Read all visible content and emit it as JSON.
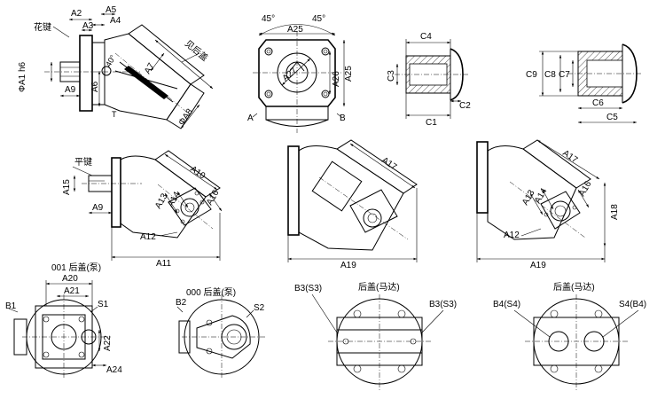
{
  "views": {
    "side_section": {
      "spline_key": "花键",
      "see_rear_cover": "见后盖",
      "a1": "ΦA1 h6",
      "a2": "A2",
      "a3": "A3",
      "a4": "A4",
      "a5": "A5",
      "a6": "A6",
      "a7": "A7",
      "a8": "ΦA8",
      "a9": "A9",
      "angle40": "40°",
      "t": "T"
    },
    "flange_front": {
      "angle_left": "45°",
      "angle_right": "45°",
      "a25_top": "A25",
      "a25_side": "A25",
      "a26": "A26",
      "a27": "A27",
      "port_a": "A",
      "port_b": "B"
    },
    "shaft_detail_1": {
      "c1": "C1",
      "c2": "C2",
      "c3": "C3",
      "c4": "C4"
    },
    "shaft_detail_2": {
      "c5": "C5",
      "c6": "C6",
      "c7": "C7",
      "c8": "C8",
      "c9": "C9"
    },
    "pump_flat_key": {
      "flat_key": "平键",
      "a9": "A9",
      "a10": "A10",
      "a11": "A11",
      "a12": "A12",
      "a13": "A13",
      "a14": "A14",
      "a15": "A15",
      "a16": "A16"
    },
    "middle_view": {
      "a17": "A17",
      "a19": "A19"
    },
    "motor_view": {
      "a12": "A12",
      "a13": "A13",
      "a14": "A14",
      "a16": "A16",
      "a17": "A17",
      "a18": "A18",
      "a19": "A19"
    },
    "cover_001": {
      "title": "001 后盖(泵)",
      "a20": "A20",
      "a21": "A21",
      "a22": "A22",
      "a24": "A24",
      "b1": "B1",
      "s1": "S1"
    },
    "cover_000": {
      "title": "000 后盖(泵)",
      "b2": "B2",
      "s2": "S2"
    },
    "cover_motor_1": {
      "title": "后盖(马达)",
      "b3_left": "B3(S3)",
      "b3_right": "B3(S3)"
    },
    "cover_motor_2": {
      "title": "后盖(马达)",
      "b4_left": "B4(S4)",
      "b4_right": "S4(B4)"
    }
  }
}
